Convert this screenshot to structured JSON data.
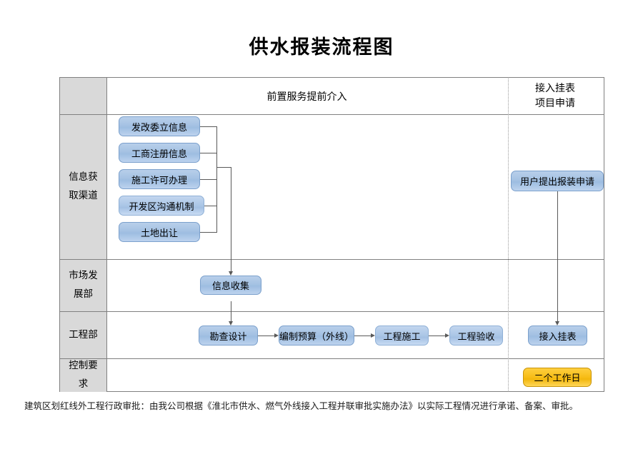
{
  "title": "供水报装流程图",
  "table": {
    "header": {
      "corner_label": "",
      "main_label": "前置服务提前介入",
      "right_label_line1": "接入挂表",
      "right_label_line2": "项目申请"
    },
    "rows": [
      {
        "id": "info",
        "label_line1": "信息获",
        "label_line2": "取渠道"
      },
      {
        "id": "market",
        "label_line1": "市场发",
        "label_line2": "展部"
      },
      {
        "id": "eng",
        "label_line1": "工程部",
        "label_line2": ""
      },
      {
        "id": "ctrl",
        "label_line1": "控制要",
        "label_line2": "求"
      }
    ]
  },
  "nodes": {
    "info_sources": [
      {
        "label": "发改委立信息"
      },
      {
        "label": "工商注册信息"
      },
      {
        "label": "施工许可办理"
      },
      {
        "label": "开发区沟通机制"
      },
      {
        "label": "土地出让"
      }
    ],
    "user_request": "用户提出报装申请",
    "info_collect": "信息收集",
    "engineering": [
      {
        "label": "勘查设计"
      },
      {
        "label": "编制预算（外线）"
      },
      {
        "label": "工程施工"
      },
      {
        "label": "工程验收"
      }
    ],
    "meter_connect": "接入挂表",
    "control_duration": "二个工作日"
  },
  "footnote": "建筑区划红线外工程行政审批：由我公司根据《淮北市供水、燃气外线接入工程并联审批实施办法》以实际工程情况进行承诺、备案、审批。",
  "colors": {
    "box_blue": "#a5c2e3",
    "box_blue_border": "#7ba0cc",
    "box_orange": "#f7bd17",
    "box_orange_border": "#c8940a",
    "row_label_bg": "#d9d9d9",
    "table_border": "#808080",
    "connector": "#595959"
  }
}
